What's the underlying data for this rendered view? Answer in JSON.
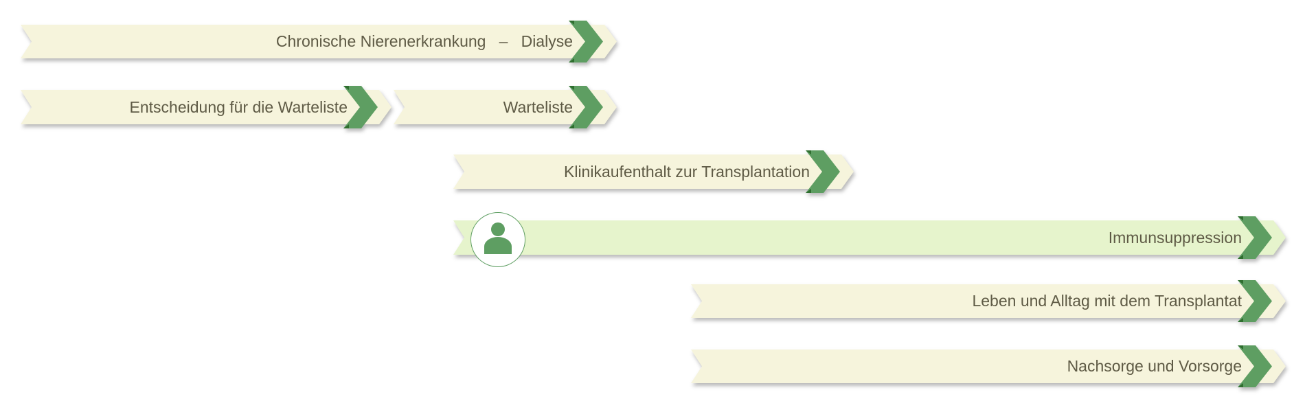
{
  "steps": [
    {
      "label": "Chronische Nierenerkrankung   –   Dialyse"
    },
    {
      "label": "Entscheidung für die Warteliste"
    },
    {
      "label": "Warteliste"
    },
    {
      "label": "Klinikaufenthalt zur Transplantation"
    },
    {
      "label": "Immunsuppression",
      "active": true
    },
    {
      "label": "Leben und Alltag mit dem Transplantat"
    },
    {
      "label": "Nachsorge und Vorsorge"
    }
  ],
  "colors": {
    "band": "#f6f4dc",
    "active_band": "#e6f4cc",
    "chevron": "#5e9e62",
    "text": "#5e5a45"
  },
  "icons": {
    "current_position": "person-icon"
  }
}
